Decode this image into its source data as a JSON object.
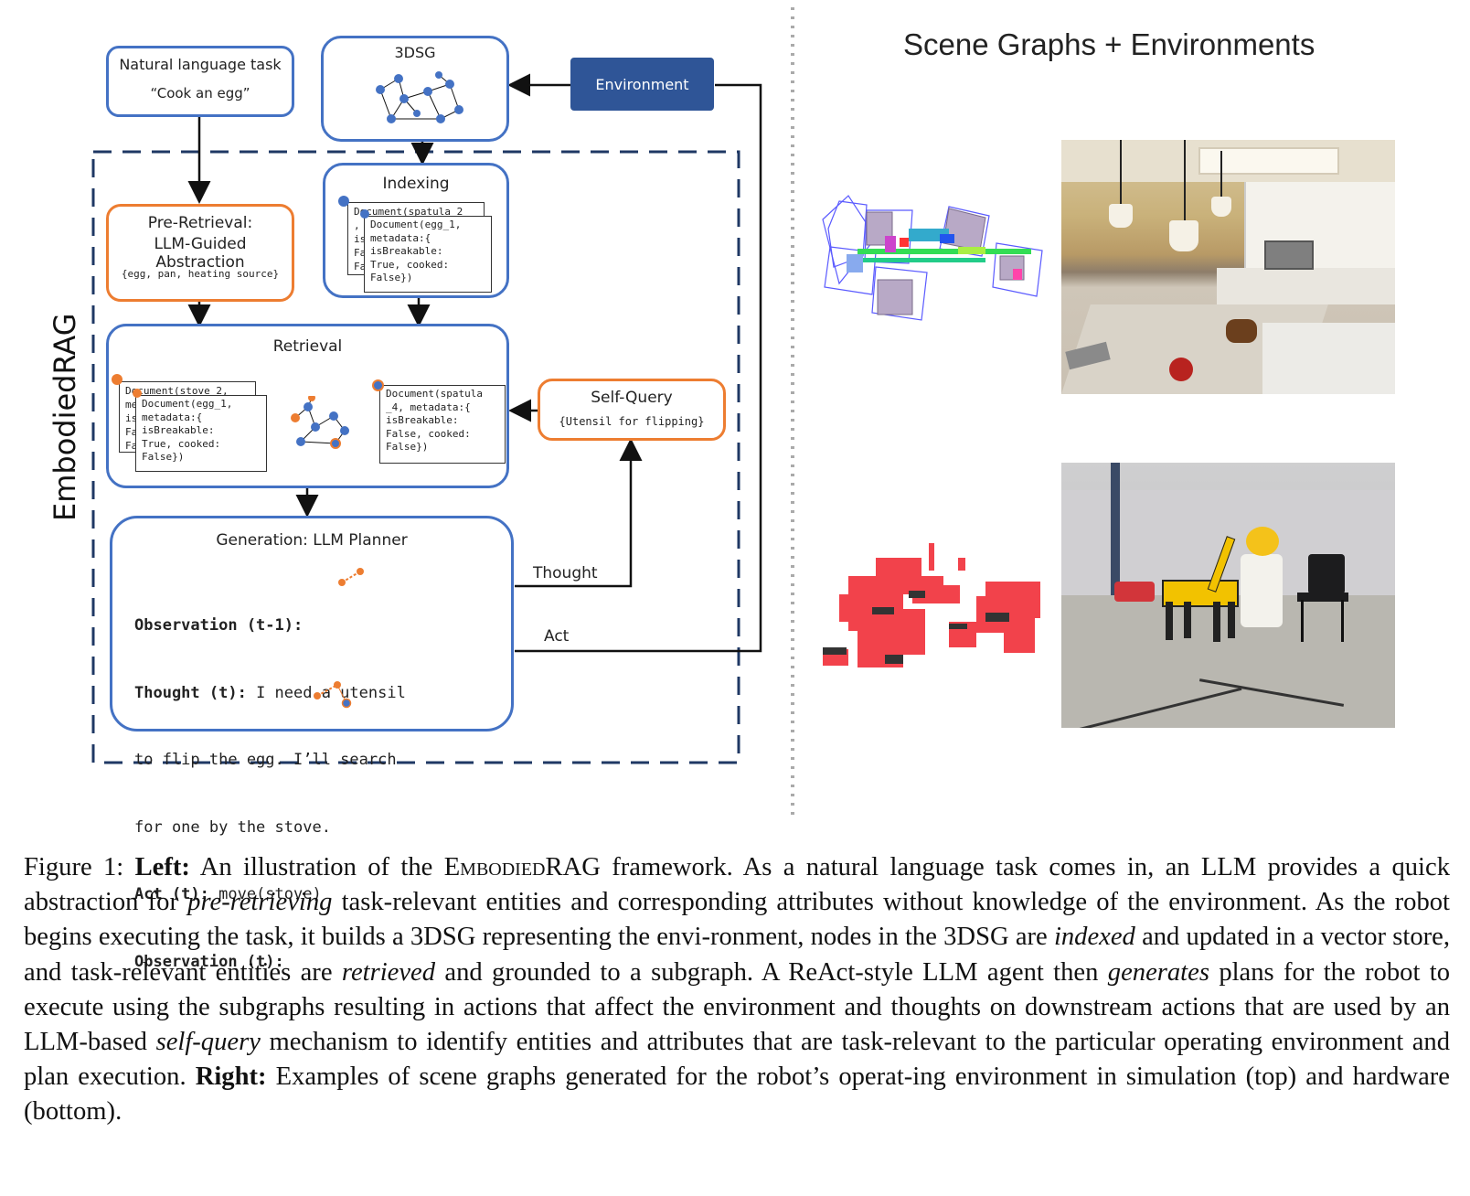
{
  "left": {
    "task_box": {
      "title": "Natural language task",
      "example": "“Cook an egg”"
    },
    "dsg_box": {
      "title": "3DSG"
    },
    "environment_box": {
      "label": "Environment"
    },
    "side_label": "EmbodiedRAG",
    "pre_retrieval": {
      "title_line1": "Pre-Retrieval:",
      "title_line2": "LLM-Guided Abstraction",
      "set": "{egg, pan, heating source}"
    },
    "indexing": {
      "title": "Indexing",
      "doc_back": "Document(spatula_2\n,\nis\nFa\nFa",
      "doc_front": "Document(egg_1,\nmetadata:{\nisBreakable:\nTrue, cooked:\nFalse})"
    },
    "retrieval": {
      "title": "Retrieval",
      "doc_left_back": "Document(stove_2,\nme\nis\nFa\nFa",
      "doc_left_front": "Document(egg_1,\nmetadata:{\nisBreakable:\nTrue, cooked:\nFalse})",
      "doc_right": "Document(spatula\n_4, metadata:{\nisBreakable:\nFalse, cooked:\nFalse})"
    },
    "self_query": {
      "title": "Self-Query",
      "query": "{Utensil for flipping}"
    },
    "generation": {
      "title": "Generation: LLM Planner",
      "obs_prev_label": "Observation (t-1):",
      "thought_label": "Thought (t):",
      "thought_text_1": " I need a utensil",
      "thought_text_2": "to flip the egg. I’ll search",
      "thought_text_3": "for one by the stove.",
      "act_label": "Act (t):",
      "act_text": " move(stove)",
      "obs_label": "Observation (t):"
    },
    "arrow_labels": {
      "thought": "Thought",
      "act": "Act"
    },
    "colors": {
      "blue": "#4472c4",
      "orange": "#ed7d31",
      "navy": "#2f5597",
      "dash": "#1f3864"
    }
  },
  "right": {
    "heading": "Scene Graphs + Environments",
    "panels": [
      "sim-scene-graph",
      "sim-kitchen-photo",
      "hardware-scene-graph",
      "hardware-robot-photo"
    ]
  },
  "caption": {
    "fig": "Figure 1: ",
    "left_label": "Left:",
    "t1": " An illustration of the ",
    "name": "EmbodiedRAG",
    "t2": " framework. As a natural language task comes in, an LLM provides a quick abstraction for ",
    "i1": "pre-retrieving",
    "t3": " task-relevant entities and corresponding attributes without knowledge of the environment. As the robot begins executing the task, it builds a 3DSG representing the envi-ronment, nodes in the 3DSG are ",
    "i2": "indexed",
    "t4": " and updated in a vector store, and task-relevant entities are ",
    "i3": "retrieved",
    "t5": " and grounded to a subgraph. A ReAct-style LLM agent then ",
    "i4": "generates",
    "t6": " plans for the robot to execute using the subgraphs resulting in actions that affect the environment and thoughts on downstream actions that are used by an LLM-based ",
    "i5": "self-query",
    "t7": " mechanism to identify entities and attributes that are task-relevant to the particular operating environment and plan execution. ",
    "right_label": "Right:",
    "t8": " Examples of scene graphs generated for the robot’s operat-ing environment in simulation (top) and hardware (bottom)."
  }
}
